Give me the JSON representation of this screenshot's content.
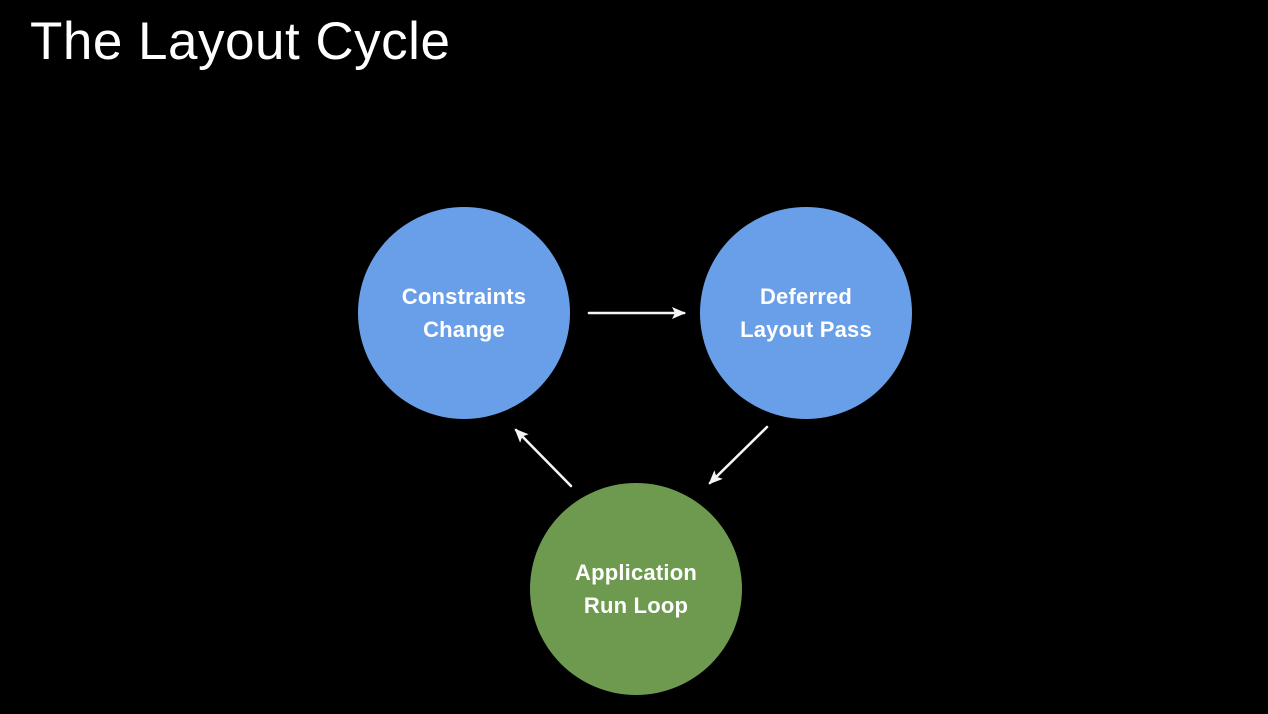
{
  "slide": {
    "title": "The Layout Cycle",
    "background_color": "#000000",
    "title_color": "#ffffff"
  },
  "diagram": {
    "type": "cycle",
    "arrow_color": "#ffffff",
    "nodes": [
      {
        "id": "constraints-change",
        "line1": "Constraints",
        "line2": "Change",
        "color": "#699FE8"
      },
      {
        "id": "deferred-layout-pass",
        "line1": "Deferred",
        "line2": "Layout Pass",
        "color": "#699FE8"
      },
      {
        "id": "application-run-loop",
        "line1": "Application",
        "line2": "Run Loop",
        "color": "#6E9A50"
      }
    ],
    "edges": [
      {
        "from": "constraints-change",
        "to": "deferred-layout-pass"
      },
      {
        "from": "deferred-layout-pass",
        "to": "application-run-loop"
      },
      {
        "from": "application-run-loop",
        "to": "constraints-change"
      }
    ]
  }
}
